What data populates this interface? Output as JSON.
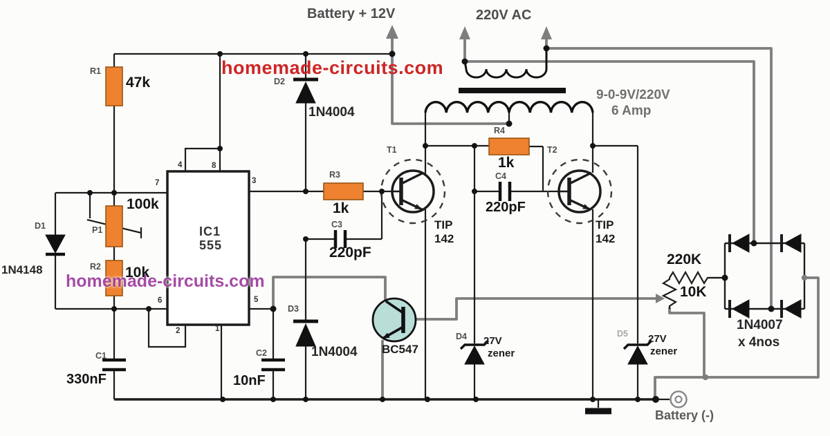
{
  "watermarks": {
    "red": "homemade-circuits.com",
    "purple": "homemade-circuits.com"
  },
  "power": {
    "battery_positive": "Battery + 12V",
    "battery_negative": "Battery (-)",
    "ac_output": "220V AC"
  },
  "transformer": {
    "rating": "9-0-9V/220V",
    "current": "6 Amp"
  },
  "ic1": {
    "ref": "IC1",
    "part": "555",
    "pins": {
      "p1": "1",
      "p2": "2",
      "p3": "3",
      "p4": "4",
      "p5": "5",
      "p6": "6",
      "p7": "7",
      "p8": "8"
    }
  },
  "r1": {
    "ref": "R1",
    "value": "47k"
  },
  "p1": {
    "ref": "P1",
    "value": "100k"
  },
  "r2": {
    "ref": "R2",
    "value": "10k"
  },
  "r3": {
    "ref": "R3",
    "value": "1k"
  },
  "r4": {
    "ref": "R4",
    "value": "1k"
  },
  "r_feedback": {
    "value": "220K"
  },
  "pot_feedback": {
    "value": "10K"
  },
  "c1": {
    "ref": "C1",
    "value": "330nF"
  },
  "c2": {
    "ref": "C2",
    "value": "10nF"
  },
  "c3": {
    "ref": "C3",
    "value": "220pF"
  },
  "c4": {
    "ref": "C4",
    "value": "220pF"
  },
  "d1": {
    "ref": "D1",
    "value": "1N4148"
  },
  "d2": {
    "ref": "D2",
    "value": "1N4004"
  },
  "d3": {
    "ref": "D3",
    "value": "1N4004"
  },
  "d4": {
    "ref": "D4",
    "value": "27V",
    "type": "zener"
  },
  "d5": {
    "ref": "D5",
    "value": "27V",
    "type": "zener"
  },
  "bridge": {
    "part": "1N4007",
    "qty": "x 4nos"
  },
  "t1": {
    "ref": "T1",
    "part_line1": "TIP",
    "part_line2": "142"
  },
  "t2": {
    "ref": "T2",
    "part_line1": "TIP",
    "part_line2": "142"
  },
  "t3": {
    "part": "BC547"
  },
  "colors": {
    "resistor_fill": "#ee8230",
    "wire_black": "#1c1c1c",
    "wire_gray": "#7e7e7e",
    "bc547_fill": "#b9ded8",
    "watermark_red": "#cc2626",
    "watermark_purple": "#9e3f9e"
  }
}
